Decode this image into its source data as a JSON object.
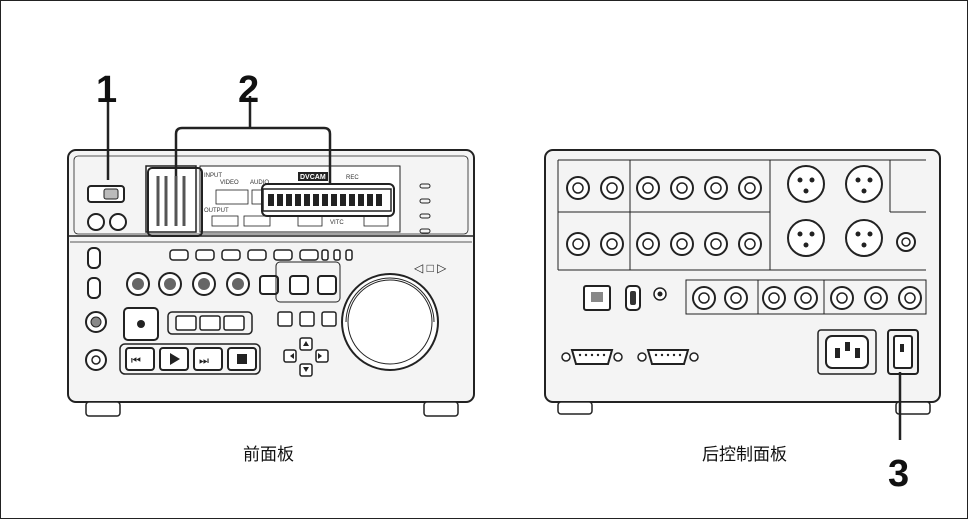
{
  "callouts": {
    "one": "1",
    "two": "2",
    "three": "3"
  },
  "captions": {
    "front": "前面板",
    "rear": "后控制面板"
  },
  "display": {
    "format_badge": "DVCAM",
    "input_label": "INPUT",
    "output_label": "OUTPUT",
    "video_label": "VIDEO",
    "audio_label": "AUDIO",
    "rec_label": "REC",
    "vitc_label": "VITC"
  },
  "colors": {
    "line": "#222222",
    "panel": "#f4f4f4",
    "paper": "#ffffff"
  }
}
